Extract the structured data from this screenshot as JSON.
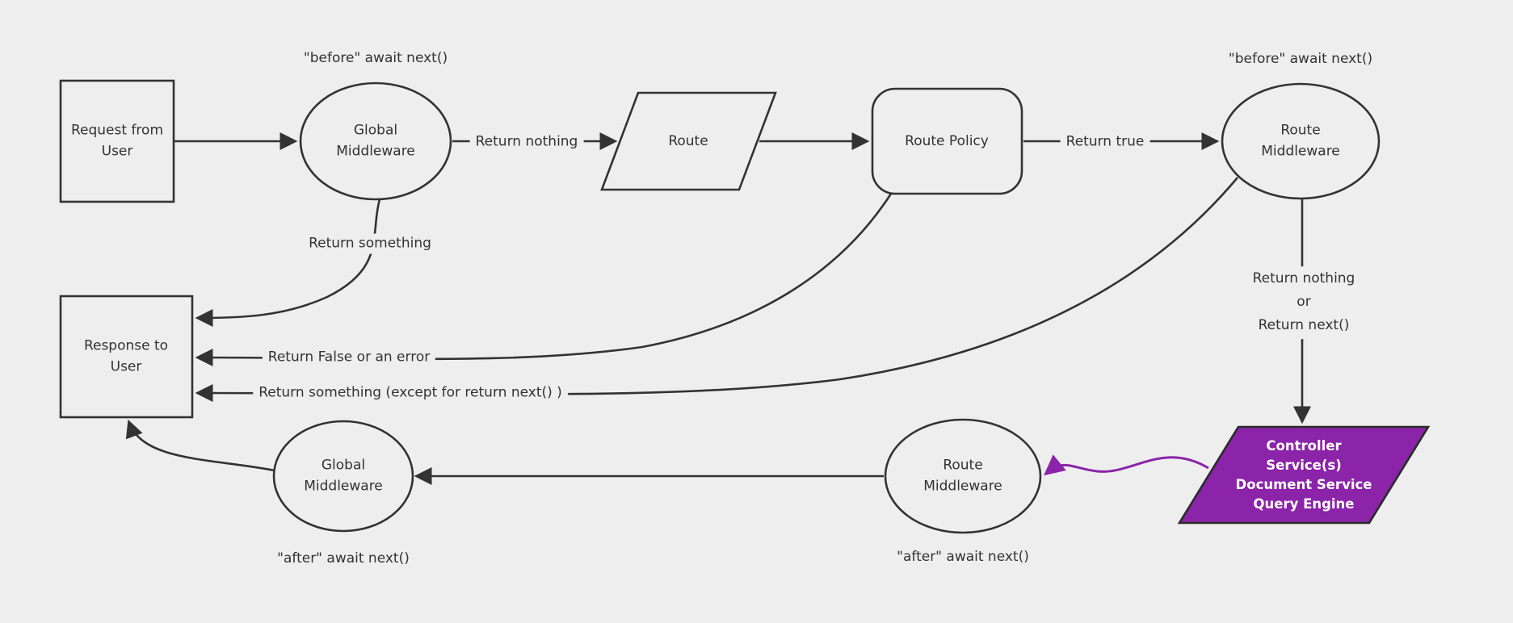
{
  "diagram": {
    "colors": {
      "background": "#eeeeee",
      "line": "#333333",
      "purple_fill": "#8b24a8",
      "purple_border": "#2b2b2b",
      "text": "#333333",
      "controller_text": "#ffffff"
    },
    "nodes": {
      "request": {
        "shape": "rectangle",
        "label": "Request from\nUser"
      },
      "global_middleware_top": {
        "shape": "ellipse",
        "label": "Global\nMiddleware"
      },
      "route": {
        "shape": "parallelogram",
        "label": "Route"
      },
      "route_policy": {
        "shape": "rounded-rectangle",
        "label": "Route Policy"
      },
      "route_middleware_top": {
        "shape": "ellipse",
        "label": "Route\nMiddleware"
      },
      "response": {
        "shape": "rectangle",
        "label": "Response to\nUser"
      },
      "global_middleware_bottom": {
        "shape": "ellipse",
        "label": "Global\nMiddleware"
      },
      "route_middleware_bottom": {
        "shape": "ellipse",
        "label": "Route\nMiddleware"
      },
      "controller": {
        "shape": "parallelogram",
        "label": "Controller\nService(s)\nDocument Service\nQuery Engine"
      }
    },
    "annotations": {
      "global_middleware_top": "\"before\" await next()",
      "route_middleware_top": "\"before\" await next()",
      "global_middleware_bottom": "\"after\" await next()",
      "route_middleware_bottom": "\"after\" await next()"
    },
    "edge_labels": {
      "global_mw_to_route": "Return nothing",
      "route_policy_to_route_mw": "Return true",
      "global_mw_to_response": "Return something",
      "route_policy_to_response": "Return False or an error",
      "route_mw_to_response": "Return something (except for return next() )",
      "route_mw_to_controller": "Return nothing\nor\nReturn next()"
    }
  }
}
